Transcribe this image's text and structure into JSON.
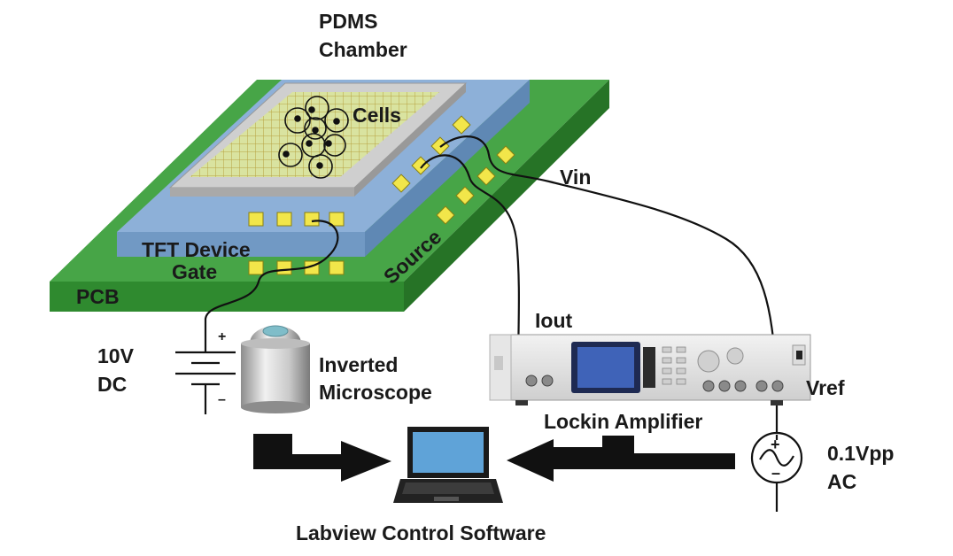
{
  "labels": {
    "pdms_line1": "PDMS",
    "pdms_line2": "Chamber",
    "cells": "Cells",
    "vin": "Vin",
    "tft_device": "TFT Device",
    "gate": "Gate",
    "source": "Source",
    "pcb": "PCB",
    "iout": "Iout",
    "dc_line1": "10V",
    "dc_line2": "DC",
    "plus": "+",
    "minus": "–",
    "microscope_line1": "Inverted",
    "microscope_line2": "Microscope",
    "vref": "Vref",
    "lockin": "Lockin Amplifier",
    "ac_line1": "0.1Vpp",
    "ac_line2": "AC",
    "software": "Labview Control Software"
  },
  "colors": {
    "pcb": "#3f9b3f",
    "pcb_dark": "#2c7a2c",
    "tft": "#8aaed6",
    "tft_dark": "#6f93bd",
    "chamber": "#c8c8c8",
    "pad": "#f2e64a",
    "wire": "#111111",
    "arrow": "#111111"
  }
}
